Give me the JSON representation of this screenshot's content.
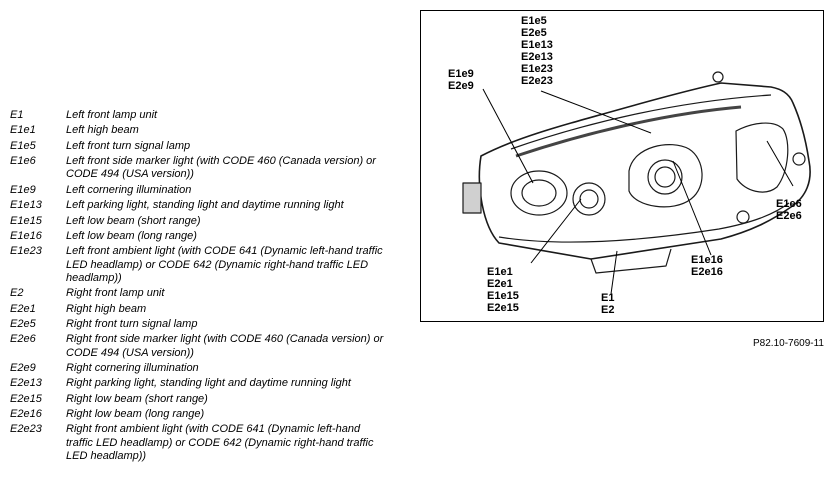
{
  "legend": [
    {
      "code": "E1",
      "desc": "Left front lamp unit"
    },
    {
      "code": "E1e1",
      "desc": "Left high beam"
    },
    {
      "code": "E1e5",
      "desc": "Left front turn signal lamp"
    },
    {
      "code": "E1e6",
      "desc": "Left front side marker light (with CODE 460 (Canada version) or CODE 494 (USA version))"
    },
    {
      "code": "E1e9",
      "desc": "Left cornering illumination"
    },
    {
      "code": "E1e13",
      "desc": "Left parking light, standing light and daytime running light"
    },
    {
      "code": "E1e15",
      "desc": "Left low beam (short range)"
    },
    {
      "code": "E1e16",
      "desc": "Left low beam (long range)"
    },
    {
      "code": "E1e23",
      "desc": "Left front ambient light (with CODE 641 (Dynamic left-hand traffic LED headlamp) or CODE 642 (Dynamic right-hand traffic LED headlamp))"
    },
    {
      "code": "E2",
      "desc": "Right front lamp unit"
    },
    {
      "code": "E2e1",
      "desc": "Right high beam"
    },
    {
      "code": "E2e5",
      "desc": "Right front turn signal lamp"
    },
    {
      "code": "E2e6",
      "desc": "Right front side marker light (with CODE 460 (Canada version) or CODE 494 (USA version))"
    },
    {
      "code": "E2e9",
      "desc": "Right cornering illumination"
    },
    {
      "code": "E2e13",
      "desc": "Right parking light, standing light and daytime running light"
    },
    {
      "code": "E2e15",
      "desc": "Right low beam (short range)"
    },
    {
      "code": "E2e16",
      "desc": "Right low beam (long range)"
    },
    {
      "code": "E2e23",
      "desc": "Right front ambient light (with CODE 641 (Dynamic left-hand traffic LED headlamp) or CODE 642 (Dynamic right-hand traffic LED headlamp))"
    }
  ],
  "callouts": {
    "top": [
      "E1e5",
      "E2e5",
      "E1e13",
      "E2e13",
      "E1e23",
      "E2e23"
    ],
    "e9": [
      "E1e9",
      "E2e9"
    ],
    "e6": [
      "E1e6",
      "E2e6"
    ],
    "e16": [
      "E1e16",
      "E2e16"
    ],
    "e1": [
      "E1e1",
      "E2e1",
      "E1e15",
      "E2e15"
    ],
    "e": [
      "E1",
      "E2"
    ]
  },
  "figure_ref": "P82.10-7609-11"
}
